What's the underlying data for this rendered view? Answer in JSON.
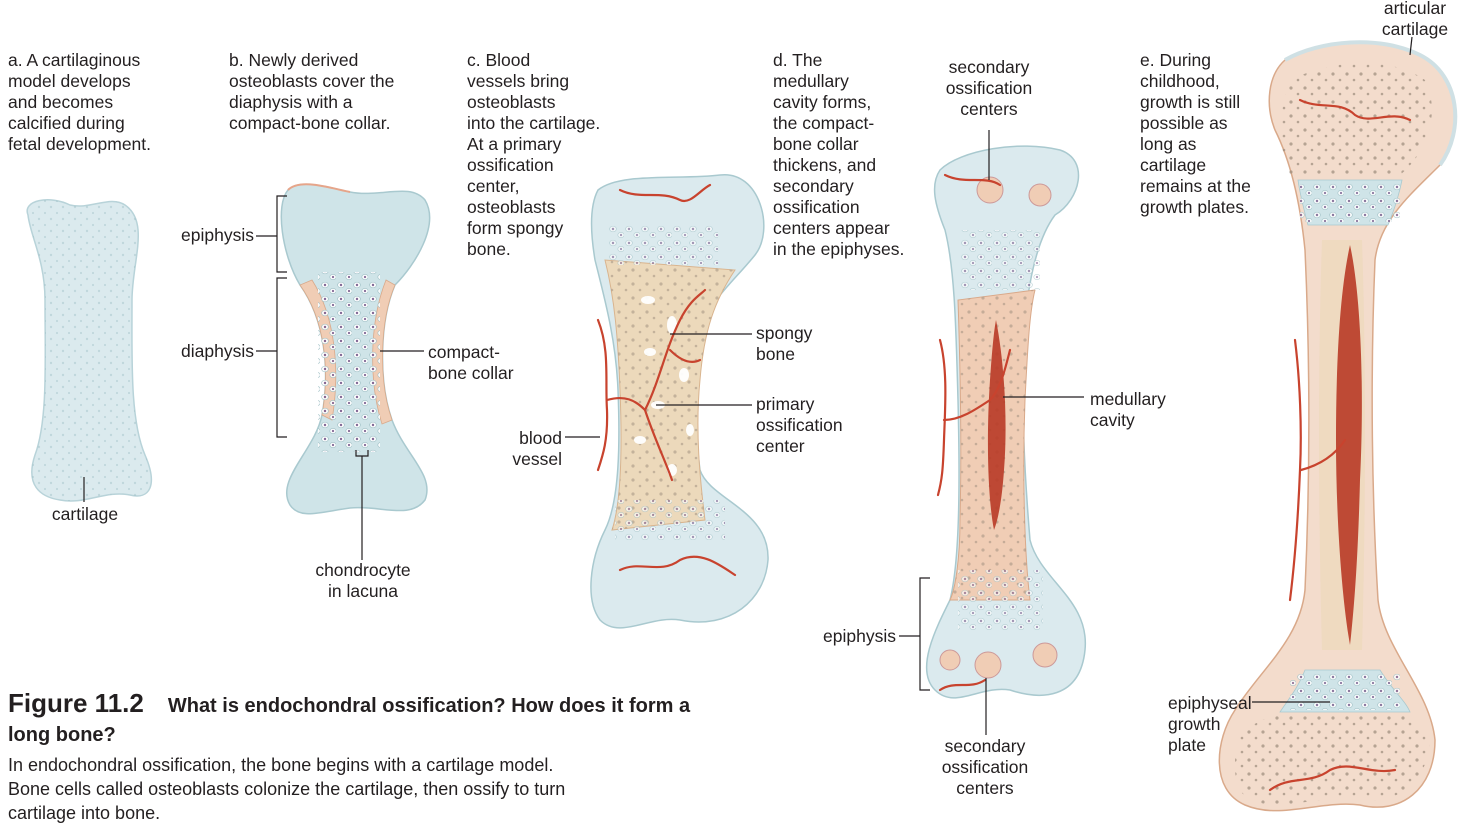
{
  "figure": {
    "number": "Figure 11.2",
    "question": "What is endochondral ossification? How does it form a long bone?",
    "caption_lines": [
      "In endochondral ossification, the bone begins with a cartilage model.",
      "Bone cells called osteoblasts colonize the cartilage, then ossify to turn",
      "cartilage into bone."
    ]
  },
  "colors": {
    "cartilage": "#cfe4e8",
    "compact_bone": "#f0cdb5",
    "spongy_bone": "#ecd9bb",
    "vessel": "#c8432e",
    "marrow": "#b83a26",
    "chondrocyte": "#7a5a8c"
  },
  "stages": [
    {
      "id": "a",
      "caption": [
        "a. A cartilaginous",
        "model develops",
        "and becomes",
        "calcified during",
        "fetal development."
      ],
      "labels": {
        "cartilage": "cartilage"
      }
    },
    {
      "id": "b",
      "caption": [
        "b. Newly derived",
        "osteoblasts cover the",
        "diaphysis with a",
        "compact-bone collar."
      ],
      "labels": {
        "epiphysis": "epiphysis",
        "diaphysis": "diaphysis",
        "compact_collar": [
          "compact-",
          "bone collar"
        ],
        "chondrocyte": [
          "chondrocyte",
          "in lacuna"
        ]
      }
    },
    {
      "id": "c",
      "caption": [
        "c. Blood",
        "vessels bring",
        "osteoblasts",
        "into the cartilage.",
        "At a primary",
        "ossification",
        "center,",
        "osteoblasts",
        "form spongy",
        "bone."
      ],
      "labels": {
        "spongy_bone": [
          "spongy",
          "bone"
        ],
        "primary_center": [
          "primary",
          "ossification",
          "center"
        ],
        "blood_vessel": [
          "blood",
          "vessel"
        ]
      }
    },
    {
      "id": "d",
      "caption": [
        "d. The",
        "medullary",
        "cavity forms,",
        "the compact-",
        "bone collar",
        "thickens, and",
        "secondary",
        "ossification",
        "centers appear",
        "in the epiphyses."
      ],
      "labels": {
        "secondary_top": [
          "secondary",
          "ossification",
          "centers"
        ],
        "medullary_cavity": [
          "medullary",
          "cavity"
        ],
        "epiphysis": "epiphysis",
        "secondary_bottom": [
          "secondary",
          "ossification",
          "centers"
        ]
      }
    },
    {
      "id": "e",
      "caption": [
        "e. During",
        "childhood,",
        "growth is still",
        "possible as",
        "long as",
        "cartilage",
        "remains at the",
        "growth plates."
      ],
      "labels": {
        "articular_cartilage": [
          "articular",
          "cartilage"
        ],
        "growth_plate": [
          "epiphyseal",
          "growth",
          "plate"
        ]
      }
    }
  ]
}
